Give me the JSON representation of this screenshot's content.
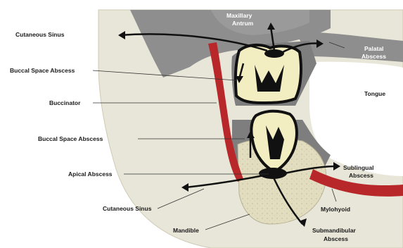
{
  "figure": {
    "labels": {
      "maxillary_antrum_1": "Maxillary",
      "maxillary_antrum_2": "Antrum",
      "palatal_abscess_1": "Palatal",
      "palatal_abscess_2": "Abscess",
      "tongue": "Tongue",
      "cutaneous_sinus_top": "Cutaneous Sinus",
      "buccal_space_abscess_top": "Buccal Space Abscess",
      "buccinator": "Buccinator",
      "buccal_space_abscess_mid": "Buccal Space Abscess",
      "apical_abscess": "Apical Abscess",
      "cutaneous_sinus_bottom": "Cutaneous Sinus",
      "mandible": "Mandible",
      "sublingual_abscess_1": "Sublingual",
      "sublingual_abscess_2": "Abscess",
      "mylohyoid": "Mylohyoid",
      "submandibular_abscess_1": "Submandibular",
      "submandibular_abscess_2": "Abscess"
    },
    "colors": {
      "bone_gray": "#8c8c8c",
      "soft_tissue": "#e8e6d8",
      "tooth": "#f3edc2",
      "muscle_red": "#b8282a",
      "abscess_black": "#111111",
      "tongue_white": "#ffffff"
    }
  }
}
